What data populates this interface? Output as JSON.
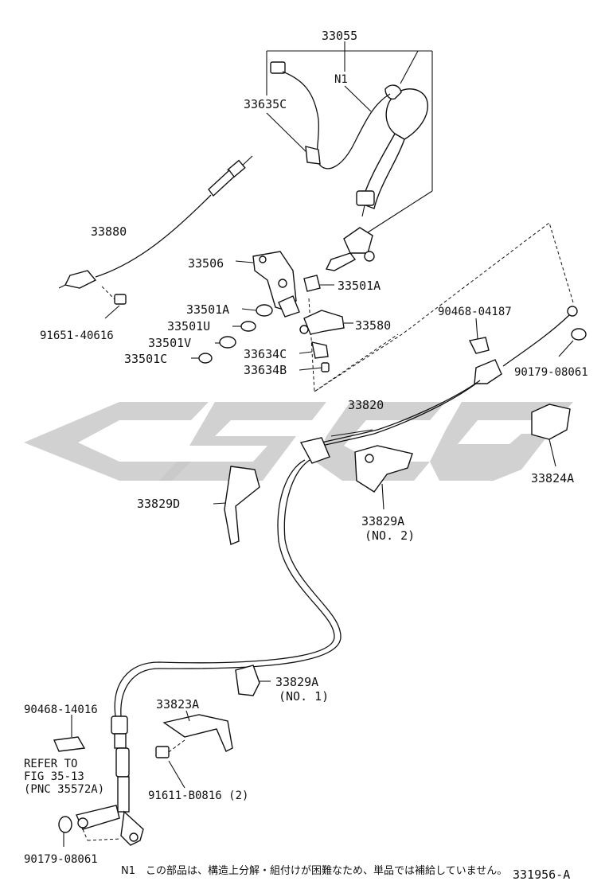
{
  "diagram": {
    "watermark_colors": {
      "wm": "#c9c9c9",
      "ink": "#111111"
    },
    "labels": {
      "p33055": "33055",
      "pN1": "N1",
      "p33635C": "33635C",
      "p33880": "33880",
      "p33506": "33506",
      "p33501A_a": "33501A",
      "p33501A_b": "33501A",
      "p33501U": "33501U",
      "p33580": "33580",
      "p33501V": "33501V",
      "p33634C": "33634C",
      "p33501C": "33501C",
      "p33634B": "33634B",
      "p91651": "91651-40616",
      "p90468a": "90468-04187",
      "p90179a": "90179-08061",
      "p33820": "33820",
      "p33824A": "33824A",
      "p33829D": "33829D",
      "p33829A2": "33829A",
      "p33829A2_sub": "(NO. 2)",
      "p33829A1": "33829A",
      "p33829A1_sub": "(NO. 1)",
      "p33823A": "33823A",
      "p90468b": "90468-14016",
      "ref1": "REFER TO",
      "ref2": "FIG 35-13",
      "ref3": "(PNC 35572A)",
      "p91611": "91611-B0816 (2)",
      "p90179b": "90179-08061"
    },
    "footnote": "N1　この部品は、構造上分解・組付けが困難なため、単品では補給していません。",
    "figure_id": "331956-A"
  }
}
